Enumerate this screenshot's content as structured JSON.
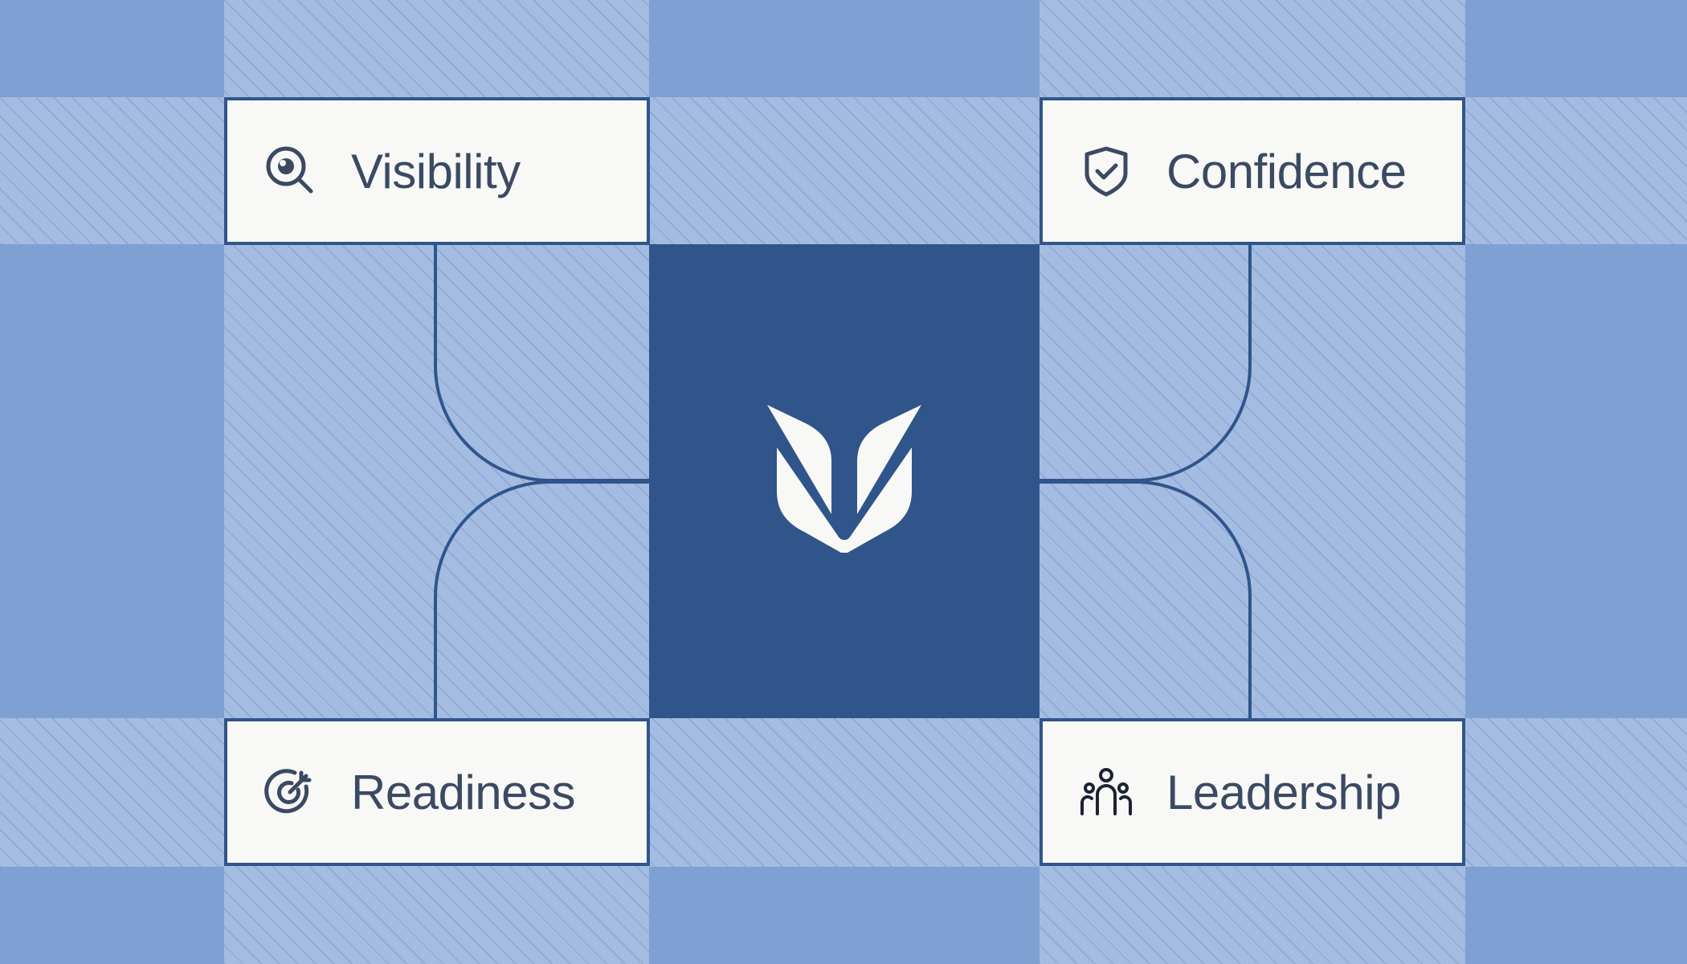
{
  "cards": {
    "visibility": {
      "label": "Visibility",
      "icon": "magnifier-eye-icon"
    },
    "confidence": {
      "label": "Confidence",
      "icon": "shield-check-icon"
    },
    "readiness": {
      "label": "Readiness",
      "icon": "target-arrow-icon"
    },
    "leadership": {
      "label": "Leadership",
      "icon": "team-people-icon"
    }
  },
  "center": {
    "icon": "leaf-v-logo-icon"
  },
  "colors": {
    "background": "#7ea0d3",
    "hatch_band": "#a4bce2",
    "center_block": "#30558a",
    "card_fill": "#f8f8f6",
    "card_border": "#30558a",
    "label_text": "#3b4a63"
  }
}
